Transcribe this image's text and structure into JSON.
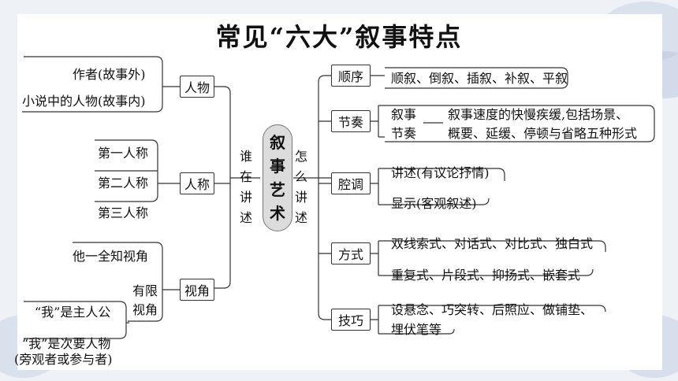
{
  "title": "常见“六大”叙事特点",
  "center": "叙事艺术",
  "left_connector": "谁在讲述",
  "right_connector": "怎么讲述",
  "left_nodes": {
    "person": {
      "label": "人物",
      "items": [
        "作者(故事外)",
        "小说中的人物(故事内)"
      ]
    },
    "pronoun": {
      "label": "人称",
      "items": [
        "第一人称",
        "第二人称",
        "第三人称"
      ]
    },
    "view": {
      "label": "视角",
      "omniscient": "他一全知视角",
      "limited_label": "有限视角",
      "limited_items": [
        "“我”是主人公",
        "“我”是次要人物",
        "(旁观者或参与者)"
      ]
    }
  },
  "right_nodes": {
    "order": {
      "label": "顺序",
      "items": [
        "顺叙、倒叙、插叙、补叙、平叙"
      ]
    },
    "rhythm": {
      "label": "节奏",
      "term_lines": [
        "叙事",
        "节奏"
      ],
      "desc_lines": [
        "叙事速度的快慢疾缓,包括场景、",
        "概要、延缓、停顿与省略五种形式"
      ]
    },
    "tone": {
      "label": "腔调",
      "items": [
        "讲述(有议论抒情)",
        "显示(客观叙述)"
      ]
    },
    "mode": {
      "label": "方式",
      "items": [
        "双线索式、对话式、对比式、独白式",
        "重复式、片段式、抑扬式、嵌套式"
      ]
    },
    "skill": {
      "label": "技巧",
      "lines": [
        "设悬念、巧突转、后照应、做铺垫、",
        "埋伏笔等"
      ]
    }
  },
  "colors": {
    "background": "#eef1f6",
    "panel": "#ffffff",
    "line": "#333333",
    "center_fill": "#dcdcdc"
  }
}
